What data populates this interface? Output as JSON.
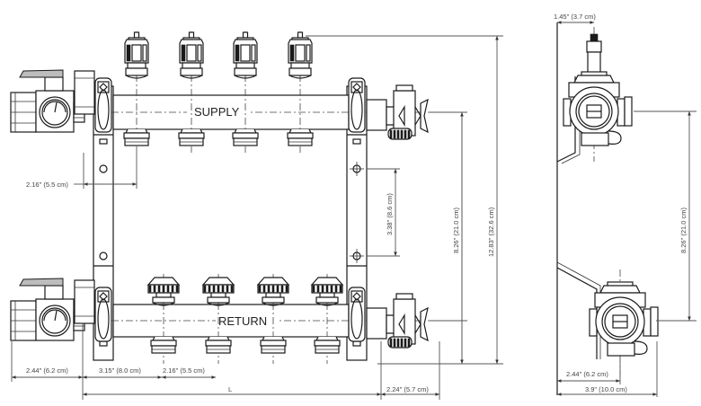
{
  "title": "Manifold dimensional drawing",
  "labels": {
    "supply": "SUPPLY",
    "return": "RETURN"
  },
  "dimensions": {
    "front_view": {
      "loop_spacing_side": "2.16\" (5.5 cm)",
      "bracket_hole_spacing": "3.38\" (8.6 cm)",
      "supply_return_center": "8.26\" (21.0 cm)",
      "overall_height": "12.83\" (32.6 cm)",
      "ball_valve_offset": "2.44\" (6.2 cm)",
      "first_outlet_offset": "3.15\" (8.0 cm)",
      "outlet_spacing": "2.16\" (5.5 cm)",
      "length": "L",
      "end_fitting_offset": "2.24\" (5.7 cm)"
    },
    "side_view": {
      "top_offset": "1.45\" (3.7 cm)",
      "supply_return_center": "8.26\" (21.0 cm)",
      "depth_to_center": "2.44\" (6.2 cm)",
      "overall_depth": "3.9\" (10.0 cm)"
    }
  },
  "components": {
    "supply_outlets": 4,
    "return_outlets": 4
  }
}
